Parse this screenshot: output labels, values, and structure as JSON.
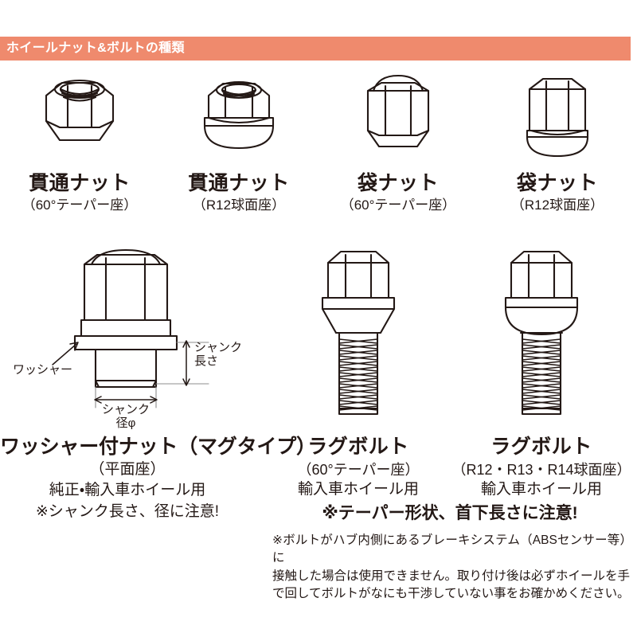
{
  "header": {
    "title": "ホイールナット&ボルトの種類",
    "bar_color": "#ef8a6d",
    "text_color": "#ffffff"
  },
  "nut_row": [
    {
      "icon": "through-nut-taper-icon",
      "name": "貫通ナット",
      "seat": "（60°テーパー座）"
    },
    {
      "icon": "through-nut-spherical-icon",
      "name": "貫通ナット",
      "seat": "（R12球面座）"
    },
    {
      "icon": "closed-end-nut-taper-icon",
      "name": "袋ナット",
      "seat": "（60°テーパー座）"
    },
    {
      "icon": "closed-end-nut-spherical-icon",
      "name": "袋ナット",
      "seat": "（R12球面座）"
    }
  ],
  "washer_nut": {
    "icon": "washer-nut-diagram-icon",
    "dimensions": {
      "washer": "ワッシャー",
      "shank_length_line1": "シャンク",
      "shank_length_line2": "長さ",
      "shank_diameter_line1": "シャンク",
      "shank_diameter_line2": "径φ"
    },
    "title": "ワッシャー付ナット（マグタイプ）",
    "seat": "（平面座）",
    "usage": "純正・輸入車ホイール用",
    "caution": "※シャンク長さ、径に注意!"
  },
  "bolts": [
    {
      "icon": "lug-bolt-taper-icon",
      "title": "ラグボルト",
      "seat": "（60°テーパー座）",
      "usage": "輸入車ホイール用"
    },
    {
      "icon": "lug-bolt-spherical-icon",
      "title": "ラグボルト",
      "seat": "（R12・R13・R14球面座）",
      "usage": "輸入車ホイール用"
    }
  ],
  "notice": {
    "bold": "※テーパー形状、首下長さに注意!",
    "fine_line1": "※ボルトがハブ内側にあるブレーキシステム（ABSセンサー等）に",
    "fine_line2": "接触した場合は使用できません。取り付け後は必ずホイールを手",
    "fine_line3": "で回してボルトがなにも干渉していない事をお確かめください。"
  }
}
